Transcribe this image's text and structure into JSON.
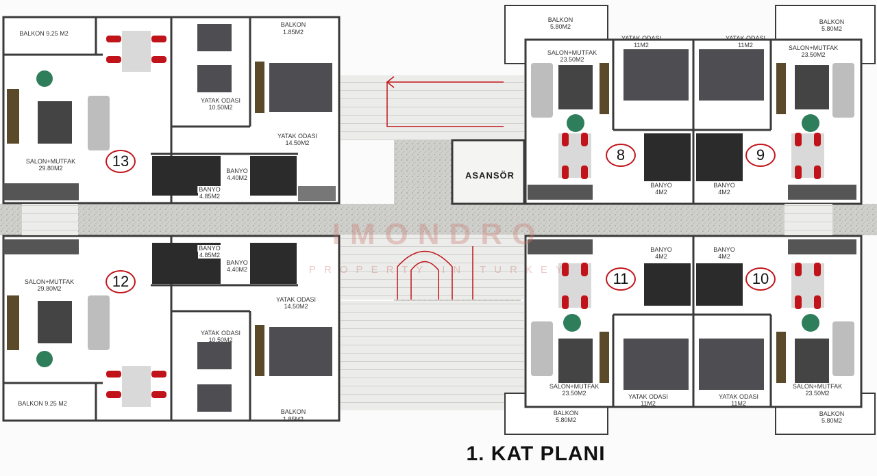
{
  "title": "1. KAT PLANI",
  "elevator_label": "ASANSÖR",
  "watermark": {
    "brand": "IMONDRO",
    "tagline": "PROPERTY IN TURKEY"
  },
  "unit_numbers": {
    "u13": "13",
    "u12": "12",
    "u8": "8",
    "u9": "9",
    "u11": "11",
    "u10": "10"
  },
  "rooms": {
    "u13": {
      "balkon_a_name": "BALKON 9.25 M2",
      "balkon_b_name": "BALKON",
      "balkon_b_area": "1.85M2",
      "bed_small_name": "YATAK ODASI",
      "bed_small_area": "10.50M2",
      "bed_large_name": "YATAK ODASI",
      "bed_large_area": "14.50M2",
      "salon_name": "SALON+MUTFAK",
      "salon_area": "29.80M2",
      "banyo_a_name": "BANYO",
      "banyo_a_area": "4.40M2",
      "banyo_b_name": "BANYO",
      "banyo_b_area": "4.85M2"
    },
    "u12": {
      "balkon_a_name": "BALKON 9.25 M2",
      "balkon_b_name": "BALKON",
      "balkon_b_area": "1.85M2",
      "bed_small_name": "YATAK ODASI",
      "bed_small_area": "10.50M2",
      "bed_large_name": "YATAK ODASI",
      "bed_large_area": "14.50M2",
      "salon_name": "SALON+MUTFAK",
      "salon_area": "29.80M2",
      "banyo_a_name": "BANYO",
      "banyo_a_area": "4.85M2",
      "banyo_b_name": "BANYO",
      "banyo_b_area": "4.40M2"
    },
    "u8": {
      "balkon_name": "BALKON",
      "balkon_area": "5.80M2",
      "salon_name": "SALON+MUTFAK",
      "salon_area": "23.50M2",
      "yatak_name": "YATAK ODASI",
      "yatak_area": "11M2",
      "banyo_name": "BANYO",
      "banyo_area": "4M2"
    },
    "u9": {
      "balkon_name": "BALKON",
      "balkon_area": "5.80M2",
      "salon_name": "SALON+MUTFAK",
      "salon_area": "23.50M2",
      "yatak_name": "YATAK ODASI",
      "yatak_area": "11M2",
      "banyo_name": "BANYO",
      "banyo_area": "4M2"
    },
    "u11": {
      "balkon_name": "BALKON",
      "balkon_area": "5.80M2",
      "salon_name": "SALON+MUTFAK",
      "salon_area": "23.50M2",
      "yatak_name": "YATAK ODASI",
      "yatak_area": "11M2",
      "banyo_name": "BANYO",
      "banyo_area": "4M2"
    },
    "u10": {
      "balkon_name": "BALKON",
      "balkon_area": "5.80M2",
      "salon_name": "SALON+MUTFAK",
      "salon_area": "23.50M2",
      "yatak_name": "YATAK ODASI",
      "yatak_area": "11M2",
      "banyo_name": "BANYO",
      "banyo_area": "4M2"
    }
  },
  "colors": {
    "wall": "#3a3a3a",
    "corridor": "#c9c9c6",
    "stair_line": "#c0141a",
    "bath": "#2b2b2b",
    "bed": "#4e4e52",
    "chair": "#c0141a",
    "armchair": "#2e7d5b",
    "balcony_floor": "#ffffff"
  }
}
